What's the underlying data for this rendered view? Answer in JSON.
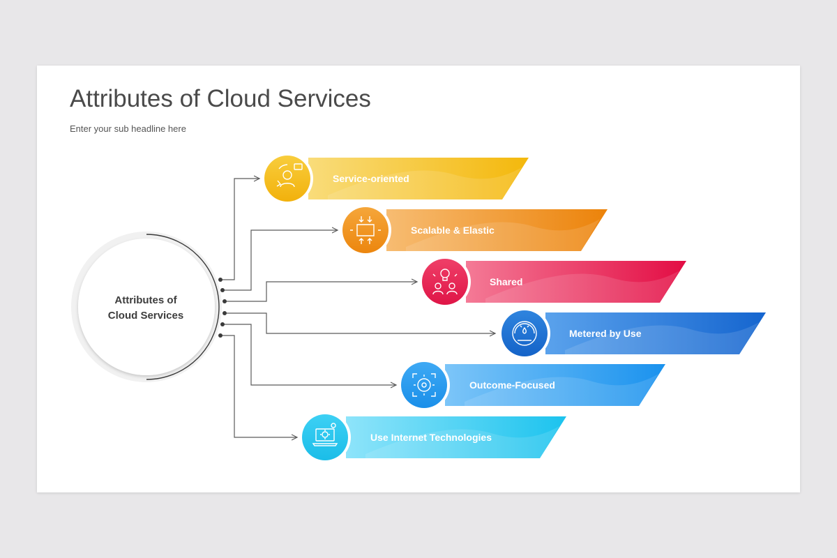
{
  "slide": {
    "title": "Attributes of Cloud Services",
    "subtitle": "Enter your sub headline here"
  },
  "hub": {
    "label_line1": "Attributes of",
    "label_line2": "Cloud Services"
  },
  "items": [
    {
      "label": "Service-oriented",
      "icon": "customer-service-icon",
      "color_light": "#f8d564",
      "color_dark": "#f4b911"
    },
    {
      "label": "Scalable & Elastic",
      "icon": "scale-arrows-icon",
      "color_light": "#f6b25e",
      "color_dark": "#ee8a0f"
    },
    {
      "label": "Shared",
      "icon": "shared-idea-people-icon",
      "color_light": "#f36a8a",
      "color_dark": "#e6134a"
    },
    {
      "label": "Metered by Use",
      "icon": "gauge-meter-icon",
      "color_light": "#4a96e8",
      "color_dark": "#1f6fd3"
    },
    {
      "label": "Outcome-Focused",
      "icon": "target-gear-icon",
      "color_light": "#5cb5f7",
      "color_dark": "#1f96ef"
    },
    {
      "label": "Use Internet Technologies",
      "icon": "laptop-gear-icon",
      "color_light": "#6fdcf8",
      "color_dark": "#22c5ee"
    }
  ]
}
